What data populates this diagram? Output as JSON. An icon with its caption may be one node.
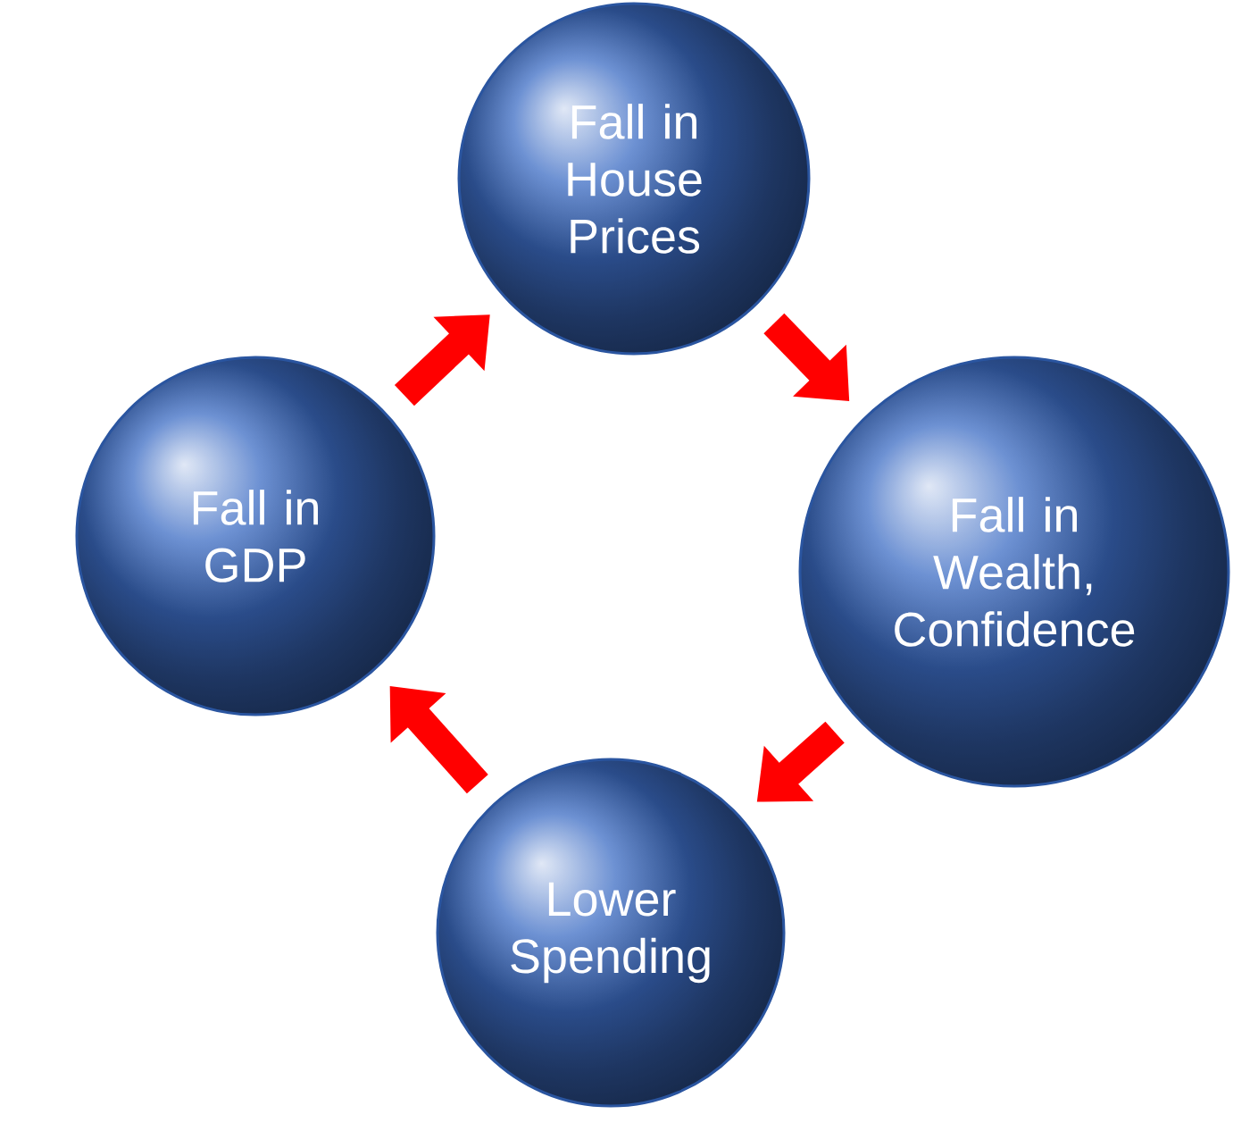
{
  "diagram": {
    "nodes": [
      {
        "text": [
          "Fall in House Prices"
        ]
      },
      {
        "text": [
          "Fall in GDP"
        ]
      },
      {
        "text": [
          "Fall in Wealth, Confidence"
        ]
      },
      {
        "text": [
          "Lower Spending"
        ]
      }
    ],
    "edges": [
      {
        "from": 0,
        "to": 2,
        "arrow": "to"
      },
      {
        "from": 2,
        "to": 3,
        "arrow": "to"
      },
      {
        "from": 3,
        "to": 1,
        "arrow": "to"
      },
      {
        "from": 1,
        "to": 0,
        "arrow": "to"
      }
    ]
  }
}
